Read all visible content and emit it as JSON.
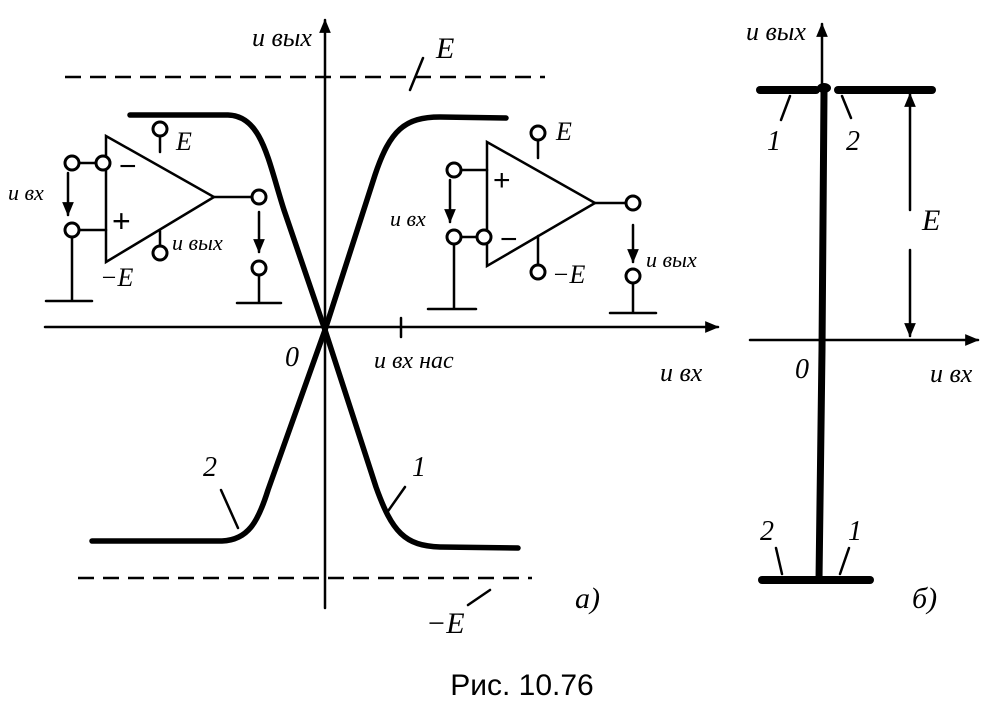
{
  "panel_a": {
    "y_axis_label": "u вых",
    "x_axis_label": "u вх",
    "origin_label": "0",
    "sat_input_label": "u вх нас",
    "pos_supply_label": "E",
    "neg_supply_label": "−E",
    "curve_1_label": "1",
    "curve_2_label": "2",
    "panel_letter": "а)",
    "inverting_amp": {
      "minus_sign": "−",
      "plus_sign": "+",
      "supply_pos": "E",
      "supply_neg": "−E",
      "input_label": "u вх",
      "output_label": "u вых"
    },
    "noninverting_amp": {
      "minus_sign": "−",
      "plus_sign": "+",
      "supply_pos": "E",
      "supply_neg": "−E",
      "input_label": "u вх",
      "output_label": "u вых"
    }
  },
  "panel_b": {
    "y_axis_label": "u вых",
    "x_axis_label": "u вх",
    "origin_label": "0",
    "supply_span_label": "E",
    "top_left_label": "1",
    "top_right_label": "2",
    "bottom_left_label": "2",
    "bottom_right_label": "1",
    "panel_letter": "б)"
  },
  "caption": "Рис. 10.76"
}
